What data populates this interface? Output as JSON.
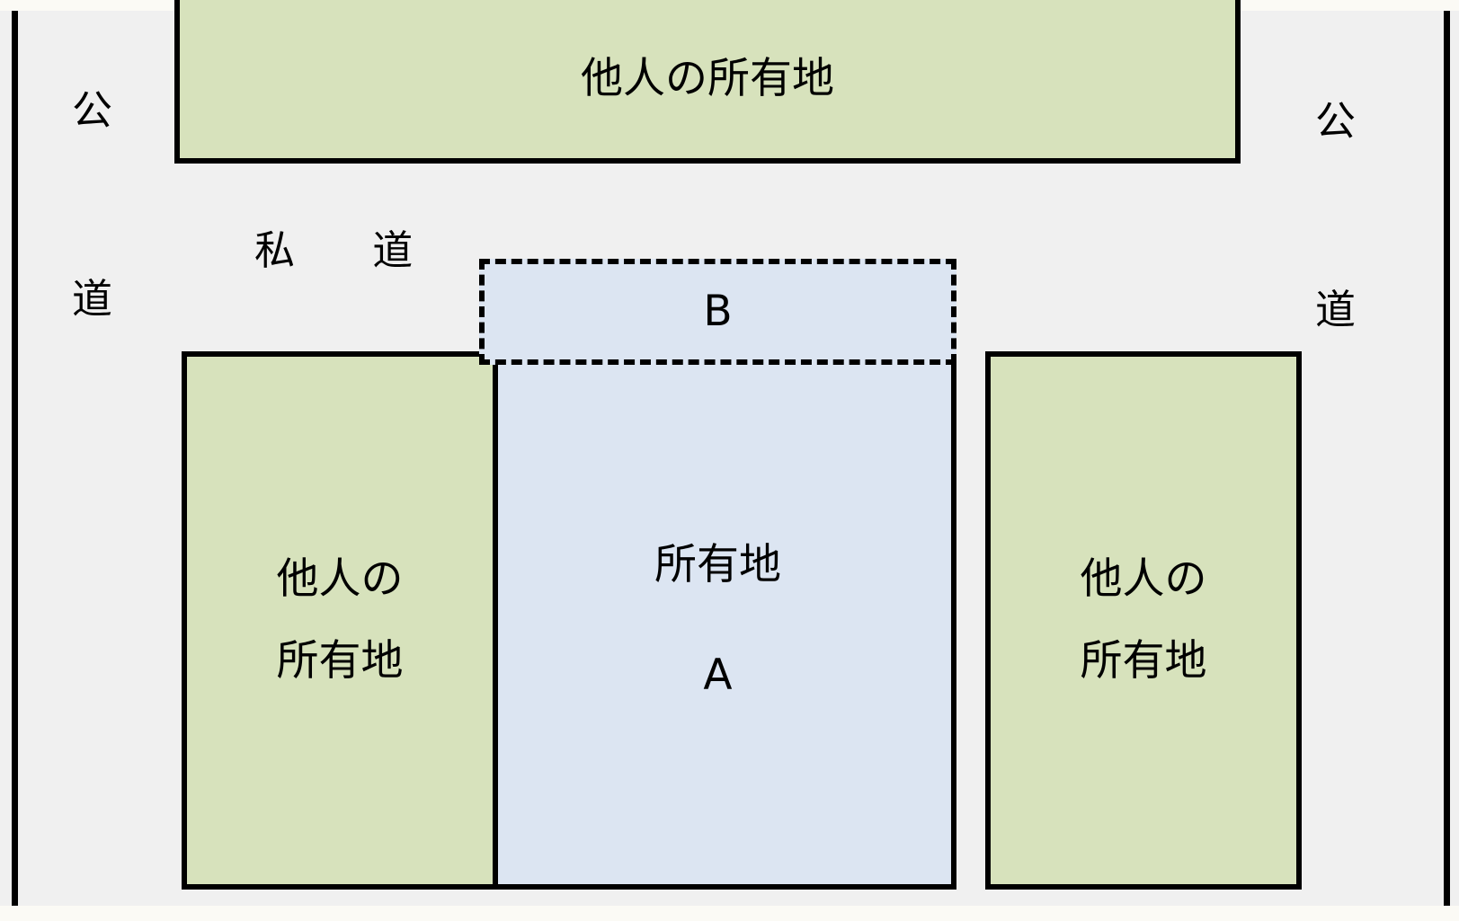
{
  "diagram": {
    "title_text": "",
    "colors": {
      "page_background": "#fbfaf5",
      "canvas_background": "#f0f0f0",
      "other_land_fill": "#d7e2bc",
      "owned_land_fill": "#dce5f2",
      "outline": "#000000"
    },
    "parcels": {
      "top_other_land": {
        "label": "他人の所有地",
        "fill": "#d7e2bc",
        "border_style": "solid"
      },
      "strip_b": {
        "label": "B",
        "fill": "#dce5f2",
        "border_style": "dashed"
      },
      "left_other_land": {
        "line1": "他人の",
        "line2": "所有地",
        "fill": "#d7e2bc",
        "border_style": "solid"
      },
      "center_owned_land": {
        "line1": "所有地",
        "line2": "A",
        "fill": "#dce5f2",
        "border_style": "solid"
      },
      "right_other_land": {
        "line1": "他人の",
        "line2": "所有地",
        "fill": "#d7e2bc",
        "border_style": "solid"
      }
    },
    "road_labels": {
      "public_road_left": {
        "char1": "公",
        "char2": "道"
      },
      "public_road_right": {
        "char1": "公",
        "char2": "道"
      },
      "private_road": "私 道"
    }
  }
}
